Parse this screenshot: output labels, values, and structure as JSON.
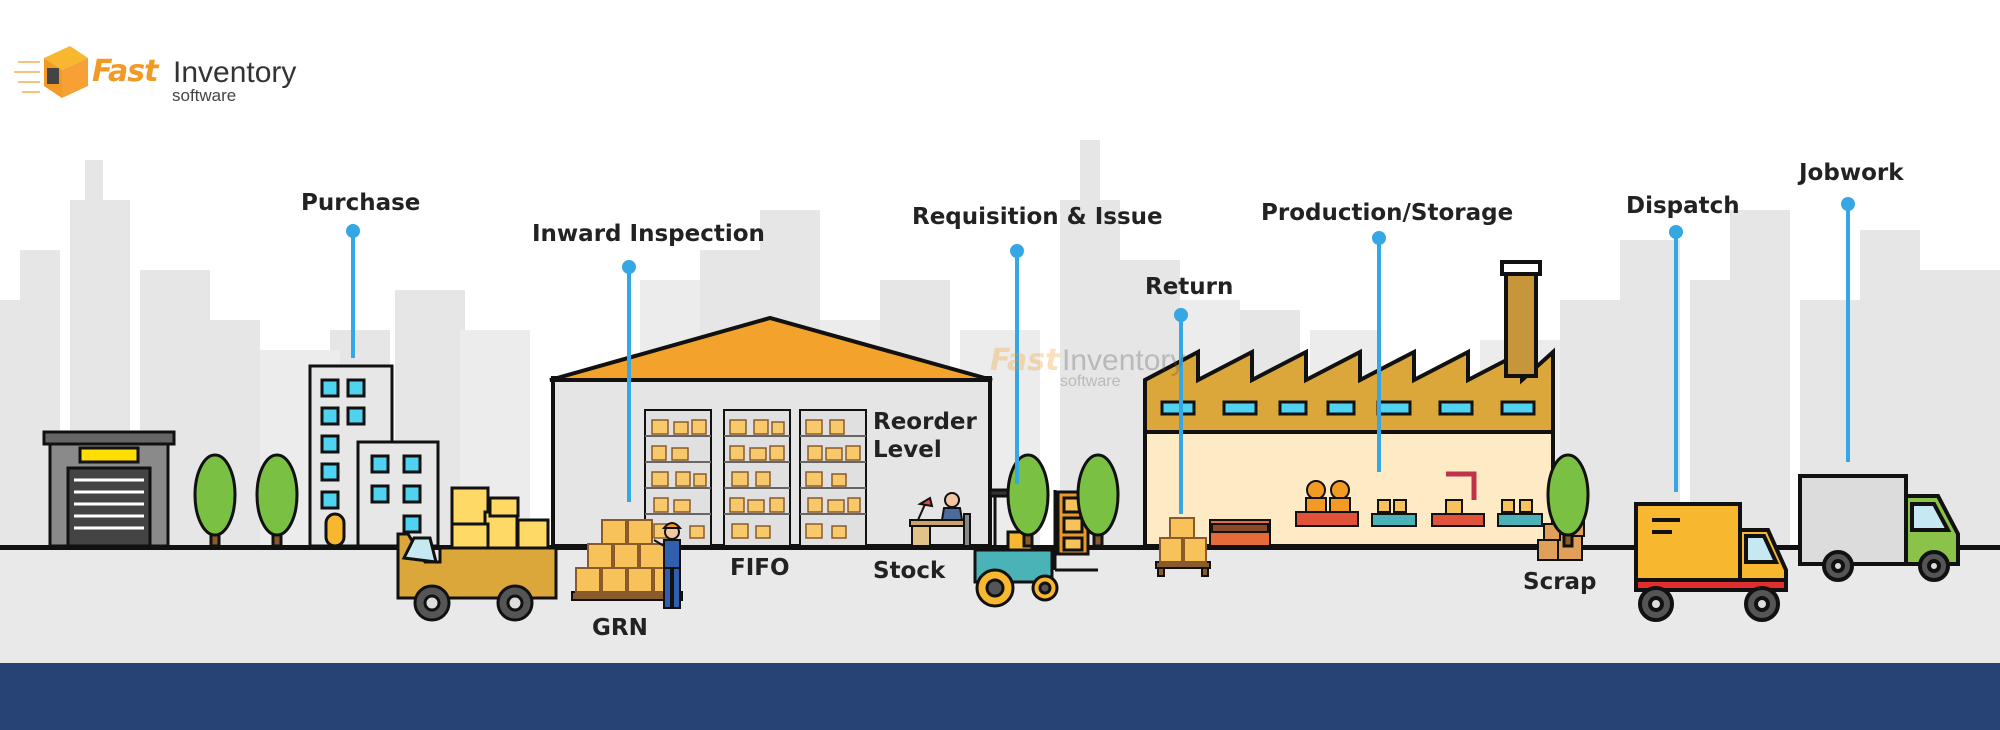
{
  "logo": {
    "fast": "Fast",
    "inventory": "Inventory",
    "software": "software"
  },
  "watermark": {
    "fast": "Fast",
    "inventory": "Inventory",
    "software": "software"
  },
  "stages": {
    "purchase": "Purchase",
    "inward_inspection": "Inward Inspection",
    "requisition_issue": "Requisition & Issue",
    "return": "Return",
    "production_storage": "Production/Storage",
    "dispatch": "Dispatch",
    "jobwork": "Jobwork"
  },
  "labels": {
    "reorder_line1": "Reorder",
    "reorder_line2": "Level",
    "fifo": "FIFO",
    "stock": "Stock",
    "grn": "GRN",
    "scrap": "Scrap"
  },
  "colors": {
    "orange": "#f39a24",
    "blue_line": "#35a7e4",
    "footer": "#274375",
    "truck_yellow": "#f7b72e",
    "tree_green": "#7ac143"
  }
}
